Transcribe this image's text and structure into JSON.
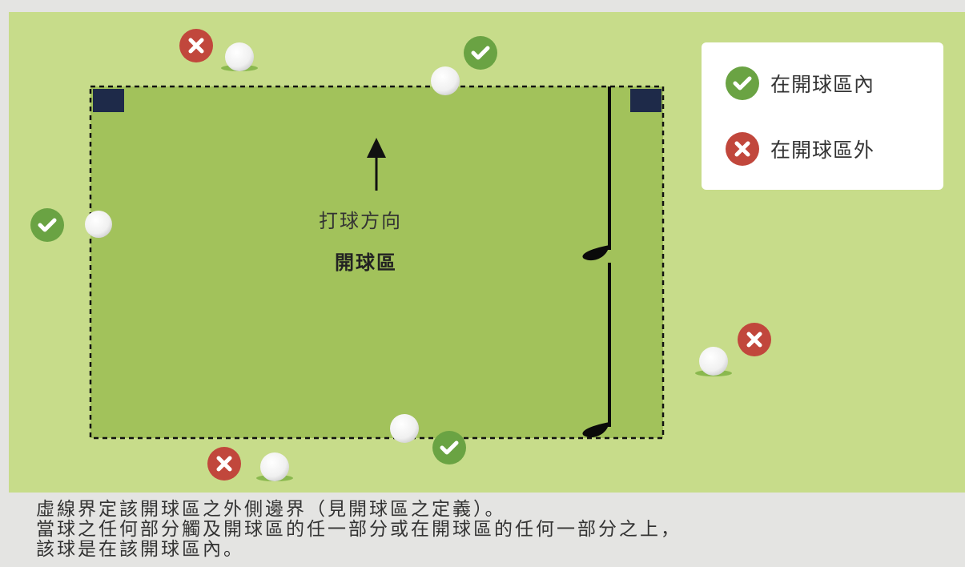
{
  "colors": {
    "field": "#c7dc8a",
    "teeing_area": "#a2c25b",
    "marker": "#1e2a49",
    "in_badge": "#6aa343",
    "out_badge": "#c1473c",
    "background": "#e4e4e2"
  },
  "icons": {
    "in": "check-icon",
    "out": "x-icon",
    "ball": "golf-ball-icon",
    "club": "golf-club-icon",
    "arrow": "arrow-up-icon"
  },
  "legend": {
    "in_label": "在開球區內",
    "out_label": "在開球區外"
  },
  "diagram": {
    "direction_label": "打球方向",
    "area_label": "開球區"
  },
  "caption": {
    "lines": [
      "虛線界定該開球區之外側邊界（見開球區之定義）。",
      "當球之任何部分觸及開球區的任一部分或在開球區的任何一部分之上，",
      "該球是在該開球區內。"
    ]
  }
}
